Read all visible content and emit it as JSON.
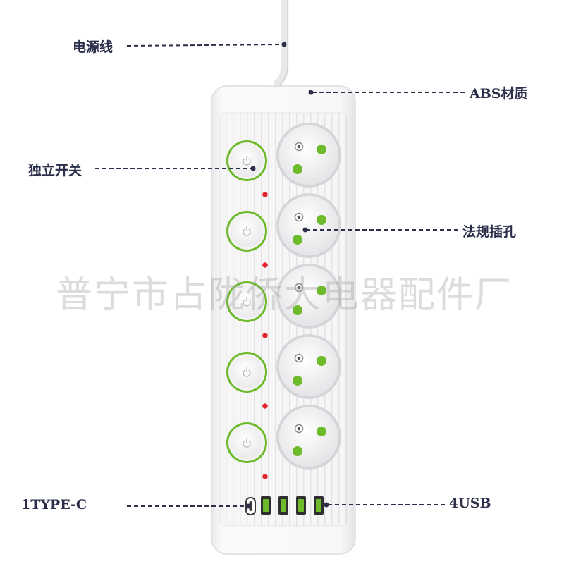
{
  "callouts": {
    "power_cord": "电源线",
    "abs_material": "ABS材质",
    "independent_switch": "独立开关",
    "standard_socket": "法规插孔",
    "type_c": "1TYPE-C",
    "usb": "4USB"
  },
  "watermark": "普宁市占陇侨大电器配件厂",
  "product": {
    "outlet_count": 5,
    "switch_count": 5,
    "usb_a_count": 4,
    "usb_c_count": 1,
    "colors": {
      "body": "#f6f6f7",
      "accent_green": "#6dba2a",
      "indicator_red": "#e5262f",
      "callout_text": "#2b2f4a",
      "leader_line": "#2b2f4a"
    }
  }
}
